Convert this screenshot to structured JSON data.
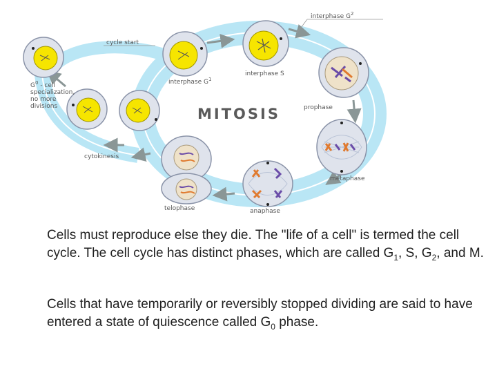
{
  "diagram": {
    "title": "MITOSIS",
    "labels": {
      "cycle_start": "cycle start",
      "interphase_g2": "interphase G",
      "interphase_g2_sup": "2",
      "interphase_s": "interphase S",
      "interphase_g1": "interphase G",
      "interphase_g1_sup": "1",
      "g0_line1": "G",
      "g0_sup": "0",
      "g0_line1_rest": " - cell",
      "g0_line2": "specialization,",
      "g0_line3": "no more",
      "g0_line4": "divisions",
      "prophase": "prophase",
      "cytokinesis": "cytokinesis",
      "metaphase": "metaphase",
      "telophase": "telophase",
      "anaphase": "anaphase"
    },
    "colors": {
      "ring": "#b9e6f5",
      "ring_line": "#ffffff",
      "arrow": "#7f8c8d",
      "cell_fill": "#dfe3ec",
      "cell_stroke": "#8a93a8",
      "nucleus_yellow": "#f6e500",
      "nucleus_tan": "#efe2c9",
      "chromosome_purple": "#6a4ca8",
      "chromosome_orange": "#e07a2f",
      "spindle": "#b9c3d6"
    }
  },
  "text": {
    "p1_part1": "Cells must reproduce else they die. The \"life of a cell\" is termed the cell cycle. The cell cycle has distinct phases, which are called G",
    "p1_sub1": "1",
    "p1_part2": ", S, G",
    "p1_sub2": "2",
    "p1_part3": ", and M.",
    "p2_part1": "Cells that have temporarily or reversibly stopped dividing are said to have entered a state of quiescence called G",
    "p2_sub": "0",
    "p2_part2": " phase."
  }
}
